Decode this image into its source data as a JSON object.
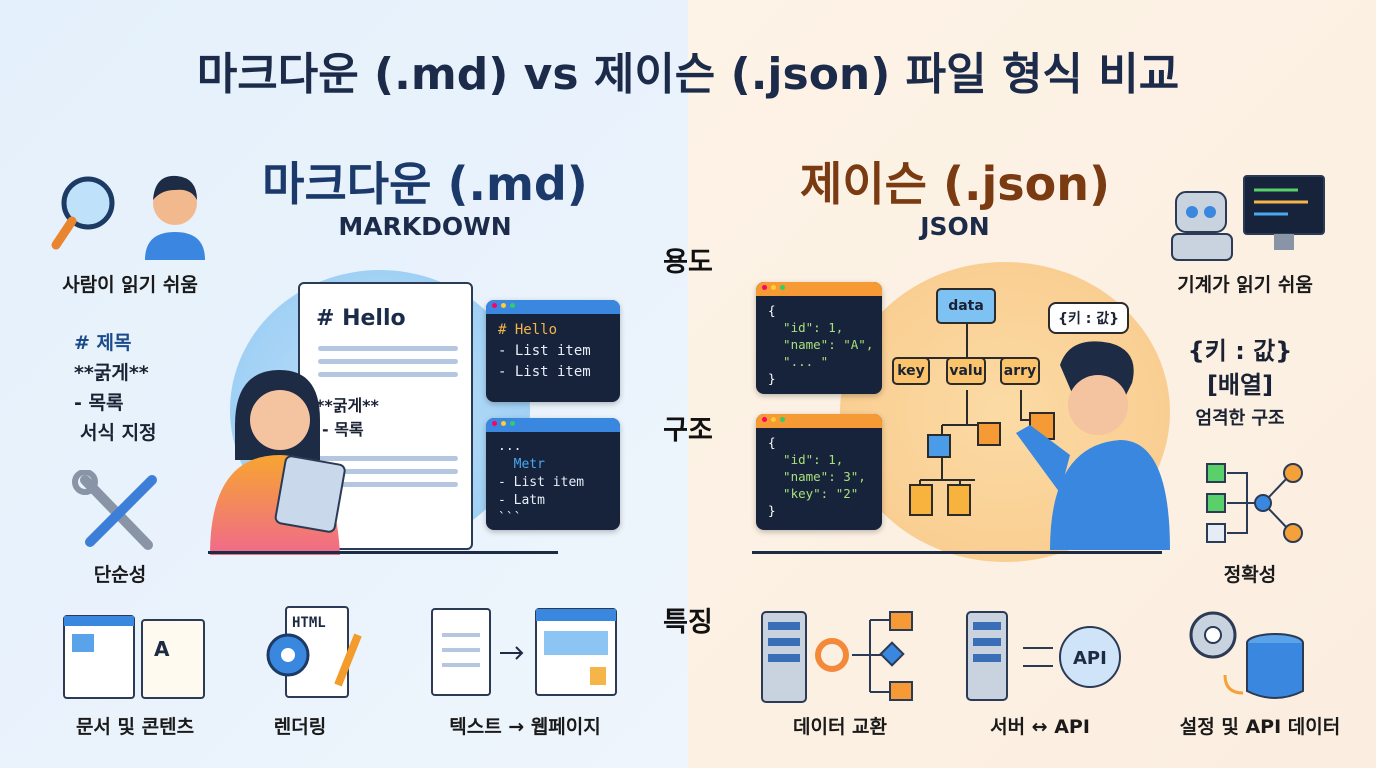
{
  "title": "마크다운 (.md) vs 제이슨 (.json) 파일 형식 비교",
  "center_labels": [
    "용도",
    "구조",
    "특징"
  ],
  "markdown": {
    "heading": "마크다운 (.md)",
    "subheading": "MARKDOWN",
    "side_labels": {
      "readable": "사람이 읽기 쉬움",
      "simplicity": "단순성"
    },
    "syntax": {
      "heading": "# 제목",
      "bold": "**굵게**",
      "list": "- 목록",
      "caption": "서식 지정"
    },
    "document": {
      "heading": "# Hello",
      "bold": "**굵게**",
      "list": "- 목록"
    },
    "terminal1": [
      "# Hello",
      "- List item",
      "- List item"
    ],
    "terminal2": [
      "...",
      "  Metr",
      "- List item",
      "- Latm",
      "```"
    ],
    "features": [
      {
        "icon": "document-icon",
        "label": "문서 및 콘텐츠"
      },
      {
        "icon": "html-rendering-icon",
        "label": "렌더링",
        "badge": "HTML"
      },
      {
        "icon": "text-to-webpage-icon",
        "label": "텍스트 → 웹페이지"
      }
    ],
    "color": "#1b3a6b"
  },
  "json": {
    "heading": "제이슨 (.json)",
    "subheading": "JSON",
    "side_labels": {
      "readable": "기계가 읽기 쉬움",
      "precision": "정확성"
    },
    "syntax": {
      "kv": "{키 : 값}",
      "array": "[배열]",
      "caption": "엄격한 구조"
    },
    "speech_bubble": "{키 : 값}",
    "terminal1": [
      "{",
      "  \"id\": 1,",
      "  \"name\": \"A\",",
      "  \"... \"",
      "}"
    ],
    "terminal2": [
      "{",
      "  \"id\": 1,",
      "  \"name\": 3\",",
      "  \"key\": \"2\"",
      "}"
    ],
    "tree": {
      "root": "data",
      "children": [
        "key",
        "valu",
        "arry"
      ]
    },
    "features": [
      {
        "icon": "data-exchange-icon",
        "label": "데이터 교환"
      },
      {
        "icon": "server-api-icon",
        "label": "서버 ↔ API",
        "badge": "API"
      },
      {
        "icon": "settings-database-icon",
        "label": "설정 및 API 데이터"
      }
    ],
    "color": "#7a3b12"
  }
}
